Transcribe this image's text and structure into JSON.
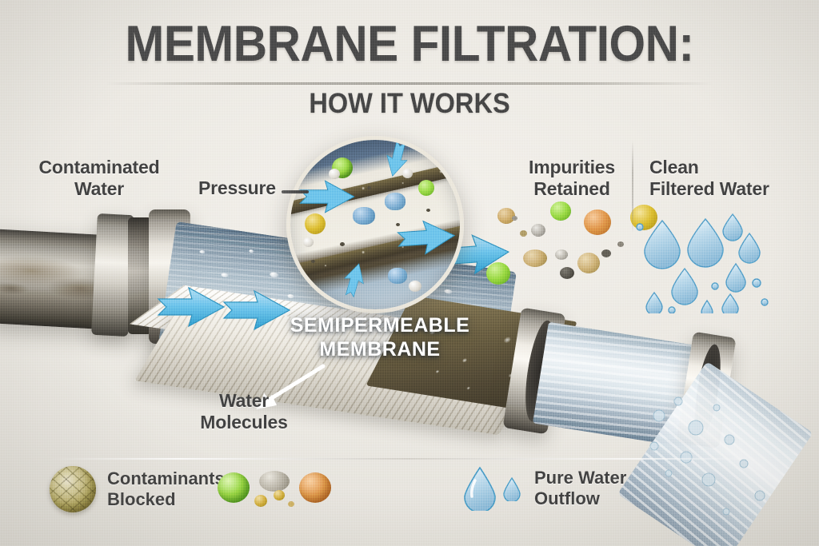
{
  "title": {
    "main": "MEMBRANE FILTRATION:",
    "subtitle": "HOW IT WORKS"
  },
  "callouts": {
    "contaminated_water": "Contaminated\nWater",
    "contaminated_water_line1": "Contaminated",
    "contaminated_water_line2": "Water",
    "pressure": "Pressure",
    "impurities_line1": "Impurities",
    "impurities_line2": "Retained",
    "clean_line1": "Clean",
    "clean_line2": "Filtered Water",
    "membrane_line1": "SEMIPERMEABLE",
    "membrane_line2": "MEMBRANE",
    "water_molecules_line1": "Water",
    "water_molecules_line2": "Molecules"
  },
  "legend": [
    {
      "id": "contaminants-blocked",
      "line1": "Contaminants",
      "line2": "Blocked",
      "icon": "contaminant-sphere-icon"
    },
    {
      "id": "pure-water-outflow",
      "line1": "Pure Water",
      "line2": "Outflow",
      "icon": "water-drop-icon"
    }
  ],
  "icons": {
    "flow_arrow": "blow-arrow-icon",
    "pointer_arrow": "white-pointer-arrow-icon",
    "magnifier": "magnifier-circle-icon",
    "droplet": "water-drop-icon",
    "contaminant": "contaminant-particle-icon"
  },
  "colors": {
    "background": "#ece9e2",
    "title_text": "#434343",
    "label_text": "#3b3b3b",
    "membrane_text": "#ffffff",
    "arrow_blue": "#64bce8",
    "arrow_blue_dark": "#2f97cc",
    "droplet_blue": "#9fc9e0",
    "droplet_outline": "#3f8fbf",
    "pipe_metal": "#c9c4b9",
    "dirty_water": "#6d6255",
    "clean_water": "#dce8ef",
    "contaminant_olive": "#b9ab62",
    "contaminant_green": "#76c03a",
    "contaminant_orange": "#d4813f",
    "membrane_dark": "#4a4230"
  },
  "diagram": {
    "stages": [
      "contaminated-water-inlet",
      "semipermeable-membrane",
      "clean-water-outlet"
    ],
    "flow_direction": "left-to-right"
  }
}
